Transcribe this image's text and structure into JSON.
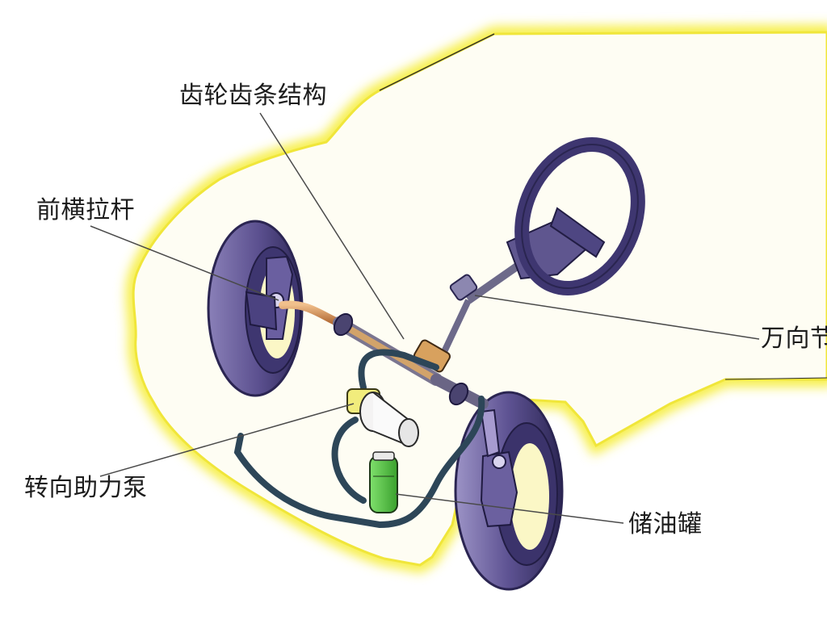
{
  "labels": {
    "rack": "齿轮齿条结构",
    "tie_rod": "前横拉杆",
    "universal_joint": "万向节",
    "pump": "转向助力泵",
    "reservoir": "储油罐"
  },
  "colors": {
    "body_fill": "#fefdf3",
    "body_glow": "#f6ee3f",
    "tire": "#5a4f8e",
    "tire_dark": "#332c5e",
    "rim": "#fbf7c6",
    "hose": "#2d4658",
    "rod": "#d5905a",
    "reservoir_fluid": "#5fd04e",
    "leader_line": "#4a4a4a"
  }
}
